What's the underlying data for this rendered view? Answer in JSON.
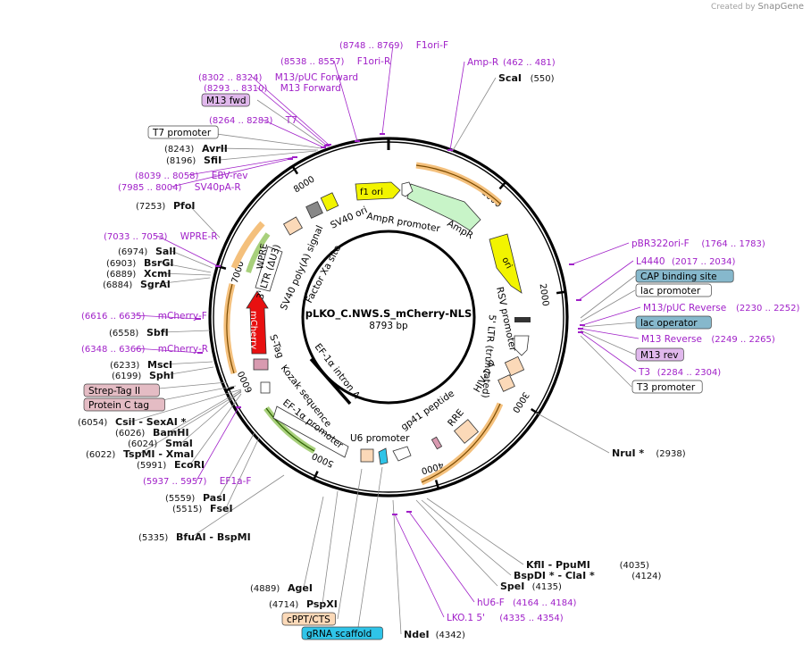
{
  "credit": {
    "prefix": "Created by",
    "brand": "SnapGene"
  },
  "plasmid": {
    "name": "pLKO_C.NWS.S_mCherry-NLS",
    "length": "8793 bp"
  },
  "colors": {
    "purple": "#a020c8",
    "black": "#111111",
    "line": "#9a9a9a"
  },
  "ticks": [
    "1000",
    "2000",
    "3000",
    "4000",
    "5000",
    "6000",
    "7000",
    "8000"
  ],
  "features": {
    "f1_ori": "f1 ori",
    "ampr_promoter": "AmpR promoter",
    "ampr": "AmpR",
    "ori": "ori",
    "rsv_promoter": "RSV promoter",
    "ltr5": "5' LTR (truncated)",
    "hiv_psi": "HIV-1 Ψ",
    "rre": "RRE",
    "gp41": "gp41 peptide",
    "u6_promoter": "U6 promoter",
    "ef1a_promoter": "EF-1α promoter",
    "kozak": "Kozak sequence",
    "stag": "S-Tag",
    "mcherry": "mCherry",
    "wpre": "WPRE",
    "ltr3": "3' LTR (ΔU3)",
    "sv40polya": "SV40 poly(A) signal",
    "sv40ori": "SV40 ori",
    "factorxa": "Factor Xa site",
    "ef1a_intron": "EF-1α intron A"
  },
  "labels": [
    {
      "name": "F1ori-F",
      "range": "(8748 .. 8769)",
      "kind": "primer"
    },
    {
      "name": "F1ori-R",
      "range": "(8538 .. 8557)",
      "kind": "primer"
    },
    {
      "name": "M13/pUC Forward",
      "range": "(8302 .. 8324)",
      "kind": "primer"
    },
    {
      "name": "M13 Forward",
      "range": "(8293 .. 8310)",
      "kind": "primer"
    },
    {
      "name": "M13 fwd",
      "kind": "box",
      "fill": "#e0b8ec"
    },
    {
      "name": "T7",
      "range": "(8264 .. 8283)",
      "kind": "primer"
    },
    {
      "name": "T7 promoter",
      "kind": "box",
      "fill": "#ffffff"
    },
    {
      "name": "AvrII",
      "pos": "(8243)",
      "kind": "enzyme"
    },
    {
      "name": "SfiI",
      "pos": "(8196)",
      "kind": "enzyme"
    },
    {
      "name": "EBV-rev",
      "range": "(8039 .. 8058)",
      "kind": "primer"
    },
    {
      "name": "SV40pA-R",
      "range": "(7985 .. 8004)",
      "kind": "primer"
    },
    {
      "name": "PfoI",
      "pos": "(7253)",
      "kind": "enzyme"
    },
    {
      "name": "WPRE-R",
      "range": "(7033 .. 7053)",
      "kind": "primer"
    },
    {
      "name": "SalI",
      "pos": "(6974)",
      "kind": "enzyme"
    },
    {
      "name": "BsrGI",
      "pos": "(6903)",
      "kind": "enzyme"
    },
    {
      "name": "XcmI",
      "pos": "(6889)",
      "kind": "enzyme"
    },
    {
      "name": "SgrAI",
      "pos": "(6884)",
      "kind": "enzyme"
    },
    {
      "name": "mCherry-F",
      "range": "(6616 .. 6635)",
      "kind": "primer"
    },
    {
      "name": "SbfI",
      "pos": "(6558)",
      "kind": "enzyme"
    },
    {
      "name": "mCherry-R",
      "range": "(6348 .. 6366)",
      "kind": "primer"
    },
    {
      "name": "MscI",
      "pos": "(6233)",
      "kind": "enzyme"
    },
    {
      "name": "SphI",
      "pos": "(6199)",
      "kind": "enzyme"
    },
    {
      "name": "Strep-Tag II",
      "kind": "box",
      "fill": "#e4bcc4"
    },
    {
      "name": "Protein C tag",
      "kind": "box",
      "fill": "#e4bcc4"
    },
    {
      "name": "CsiI",
      "pos": "(6054)",
      "extra": "SexAI *",
      "kind": "enzyme"
    },
    {
      "name": "BamHI",
      "pos": "(6026)",
      "kind": "enzyme"
    },
    {
      "name": "SmaI",
      "pos": "(6024)",
      "kind": "enzyme"
    },
    {
      "name": "TspMI",
      "pos": "(6022)",
      "extra": "XmaI",
      "kind": "enzyme"
    },
    {
      "name": "EcoRI",
      "pos": "(5991)",
      "kind": "enzyme"
    },
    {
      "name": "EF1a-F",
      "range": "(5937 .. 5957)",
      "kind": "primer"
    },
    {
      "name": "PasI",
      "pos": "(5559)",
      "kind": "enzyme"
    },
    {
      "name": "FseI",
      "pos": "(5515)",
      "kind": "enzyme"
    },
    {
      "name": "BfuAI",
      "pos": "(5335)",
      "extra": "BspMI",
      "kind": "enzyme"
    },
    {
      "name": "AgeI",
      "pos": "(4889)",
      "kind": "enzyme"
    },
    {
      "name": "PspXI",
      "pos": "(4714)",
      "kind": "enzyme"
    },
    {
      "name": "cPPT/CTS",
      "kind": "box",
      "fill": "#fbd9b8"
    },
    {
      "name": "gRNA scaffold",
      "kind": "box",
      "fill": "#2fc4e8"
    },
    {
      "name": "NdeI",
      "pos": "(4342)",
      "kind": "enzyme"
    },
    {
      "name": "LKO.1 5'",
      "range": "(4335 .. 4354)",
      "kind": "primer"
    },
    {
      "name": "hU6-F",
      "range": "(4164 .. 4184)",
      "kind": "primer"
    },
    {
      "name": "SpeI",
      "pos": "(4135)",
      "kind": "enzyme"
    },
    {
      "name": "BspDI *",
      "pos": "(4124)",
      "extra": "ClaI *",
      "kind": "enzyme"
    },
    {
      "name": "KflI",
      "pos": "(4035)",
      "extra": "PpuMI",
      "kind": "enzyme"
    },
    {
      "name": "NruI *",
      "pos": "(2938)",
      "kind": "enzyme"
    },
    {
      "name": "T3 promoter",
      "kind": "box",
      "fill": "#ffffff"
    },
    {
      "name": "T3",
      "range": "(2284 .. 2304)",
      "kind": "primer"
    },
    {
      "name": "M13 rev",
      "kind": "box",
      "fill": "#e0b8ec"
    },
    {
      "name": "M13 Reverse",
      "range": "(2249 .. 2265)",
      "kind": "primer"
    },
    {
      "name": "lac operator",
      "kind": "box",
      "fill": "#86b8cc"
    },
    {
      "name": "M13/pUC Reverse",
      "range": "(2230 .. 2252)",
      "kind": "primer"
    },
    {
      "name": "lac promoter",
      "kind": "box",
      "fill": "#ffffff"
    },
    {
      "name": "CAP binding site",
      "kind": "box",
      "fill": "#86b8cc"
    },
    {
      "name": "L4440",
      "range": "(2017 .. 2034)",
      "kind": "primer"
    },
    {
      "name": "pBR322ori-F",
      "range": "(1764 .. 1783)",
      "kind": "primer"
    },
    {
      "name": "Amp-R",
      "range": "(462 .. 481)",
      "kind": "primer"
    },
    {
      "name": "ScaI",
      "pos": "(550)",
      "kind": "enzyme"
    }
  ]
}
